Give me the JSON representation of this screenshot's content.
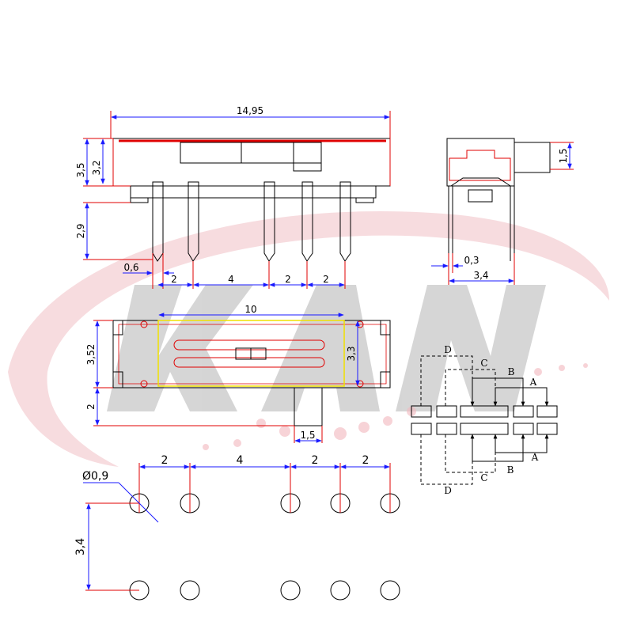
{
  "watermark": {
    "letters": "KAN"
  },
  "side_view": {
    "overall_length": "14,95",
    "height_total": "3,5",
    "height_body": "3,2",
    "pin_length": "2,9",
    "pin_width": "0,6",
    "pitch_1": "2",
    "pitch_2": "4",
    "pitch_3": "2",
    "pitch_4": "2"
  },
  "end_view": {
    "actuator_height": "1,5",
    "pin_thickness": "0,3",
    "pin_span": "3,4"
  },
  "top_view": {
    "slot_length": "10",
    "body_width": "3,52",
    "slot_width": "3,3",
    "actuator_travel": "2",
    "actuator_width": "1,5"
  },
  "footprint": {
    "hole_diameter": "Ø0,9",
    "pitch_1": "2",
    "pitch_2": "4",
    "pitch_3": "2",
    "pitch_4": "2",
    "row_spacing": "3,4"
  },
  "schematic": {
    "labels_top": [
      "D",
      "C",
      "B",
      "A"
    ],
    "labels_bottom": [
      "A",
      "B",
      "C",
      "D"
    ]
  },
  "colors": {
    "dimension_line": "#1a1aff",
    "extension_line": "#e00000",
    "outline": "#000000",
    "watermark": "#d0d0d0",
    "watermark_accent": "#f2c4c8",
    "slot_highlight": "#f0e000"
  }
}
